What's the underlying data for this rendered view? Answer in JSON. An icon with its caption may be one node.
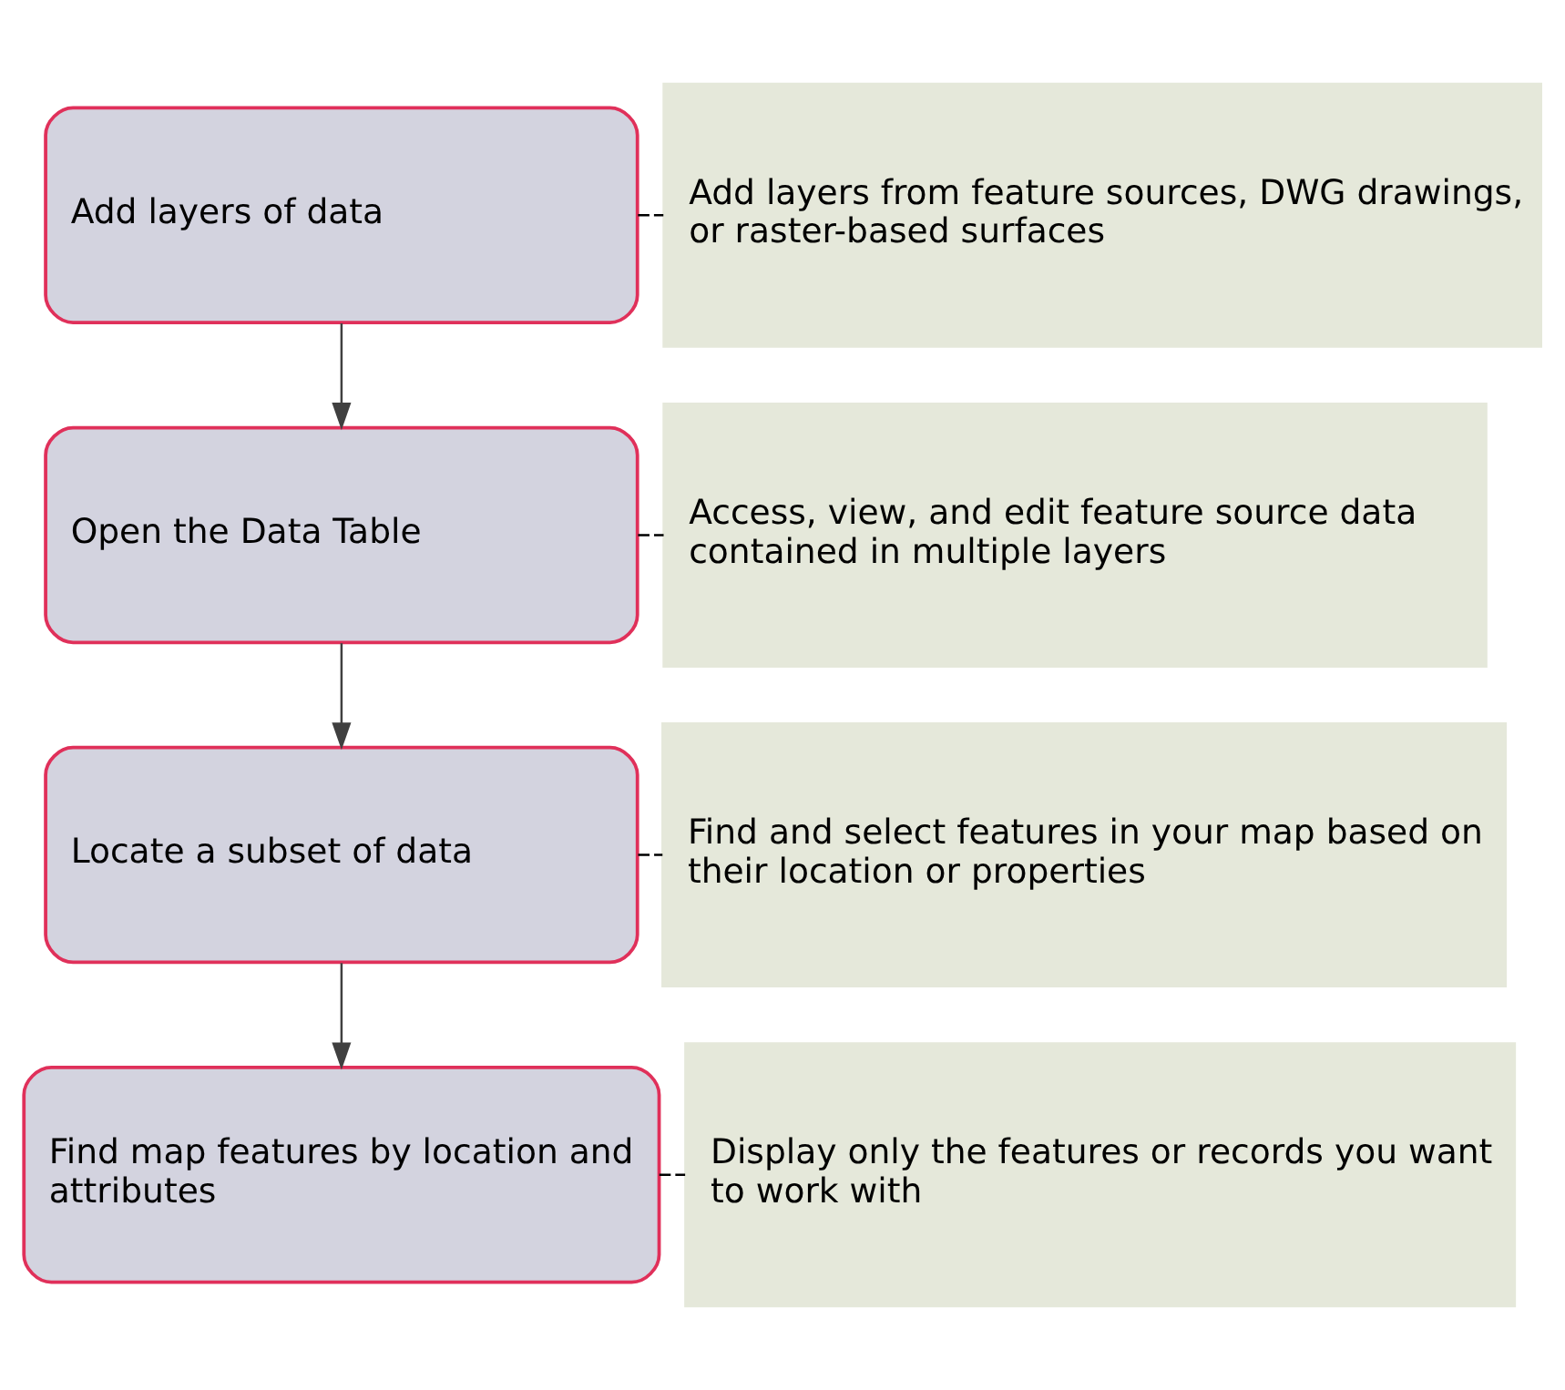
{
  "diagram": {
    "nodes": [
      {
        "text": [
          "Add layers of data"
        ]
      },
      {
        "text": [
          "Add layers from feature sources, DWG drawings, or raster-based surfaces"
        ]
      },
      {
        "text": [
          "Open the Data Table"
        ]
      },
      {
        "text": [
          "Access, view, and edit feature source data contained in multiple layers"
        ]
      },
      {
        "text": [
          "Locate a subset of data"
        ]
      },
      {
        "text": [
          "Find and select features in your map based on their location or properties"
        ]
      },
      {
        "text": [
          "Find map features by location and attributes"
        ]
      },
      {
        "text": [
          "Display only the features or records you want to work with"
        ]
      }
    ],
    "edges": [
      {
        "from": 0,
        "to": 1,
        "arrow": "none",
        "style": "dashed"
      },
      {
        "from": 0,
        "to": 2,
        "arrow": "to",
        "color": "#404040"
      },
      {
        "from": 2,
        "to": 3,
        "arrow": "none",
        "style": "dashed"
      },
      {
        "from": 2,
        "to": 4,
        "arrow": "to",
        "color": "#404040"
      },
      {
        "from": 4,
        "to": 5,
        "arrow": "none",
        "style": "dashed"
      },
      {
        "from": 4,
        "to": 6,
        "arrow": "to",
        "color": "#404040"
      },
      {
        "from": 6,
        "to": 7,
        "arrow": "none",
        "style": "dashed"
      }
    ]
  }
}
